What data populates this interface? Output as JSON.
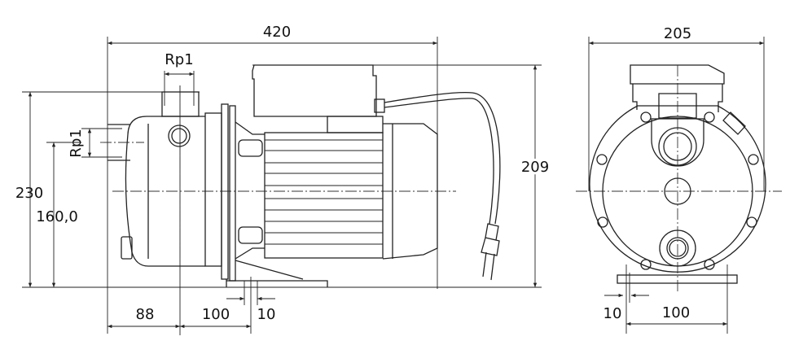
{
  "title": "Pump dimension drawing",
  "side_view": {
    "overall_length": "420",
    "outlet_thread": "Rp1",
    "inlet_thread": "Rp1",
    "overall_height": "230",
    "axis_height": "160,0",
    "motor_height": "209",
    "inlet_to_outlet": "88",
    "outlet_to_foot": "100",
    "foot_width": "10"
  },
  "front_view": {
    "overall_width": "205",
    "foot_hole": "10",
    "foot_spacing": "100"
  },
  "colors": {
    "line": "#222222",
    "background": "#ffffff"
  }
}
